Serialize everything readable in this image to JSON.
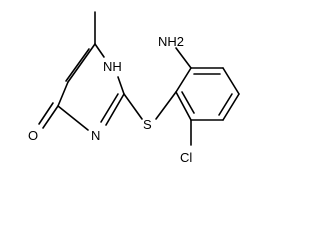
{
  "molecule": {
    "atoms": {
      "amino_label": "NH2",
      "ring_nh_label": "NH",
      "ring_n_label": "N",
      "oxygen_label": "O",
      "sulfur_label": "S",
      "chlorine_label": "Cl"
    }
  },
  "colors": {
    "bond": "#000000",
    "text": "#000000",
    "background": "#ffffff"
  }
}
